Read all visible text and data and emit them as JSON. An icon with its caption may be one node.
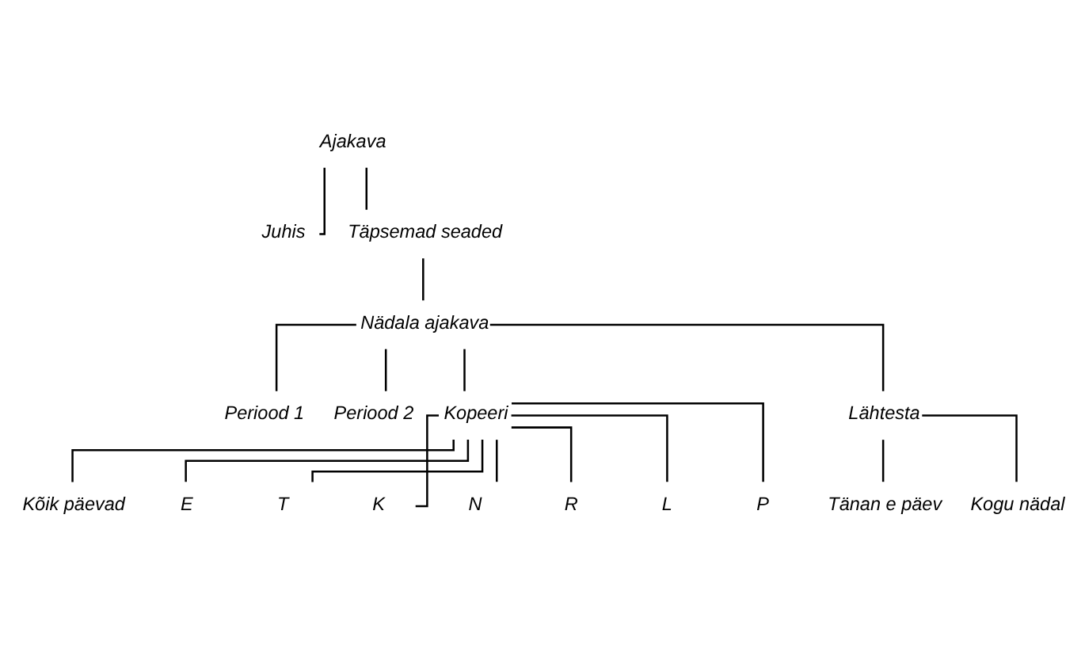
{
  "diagram": {
    "nodes": [
      {
        "text": [
          "Ajakava"
        ]
      },
      {
        "text": [
          "Juhis"
        ]
      },
      {
        "text": [
          "Täpsemad seaded"
        ]
      },
      {
        "text": [
          "Nädala ajakava"
        ]
      },
      {
        "text": [
          "Periood 1"
        ]
      },
      {
        "text": [
          "Periood 2"
        ]
      },
      {
        "text": [
          "Kopeeri"
        ]
      },
      {
        "text": [
          "Lähtesta"
        ]
      },
      {
        "text": [
          "Kõik päevad"
        ]
      },
      {
        "text": [
          "E"
        ]
      },
      {
        "text": [
          "T"
        ]
      },
      {
        "text": [
          "K"
        ]
      },
      {
        "text": [
          "N"
        ]
      },
      {
        "text": [
          "R"
        ]
      },
      {
        "text": [
          "L"
        ]
      },
      {
        "text": [
          "P"
        ]
      },
      {
        "text": [
          "Tänan e päev"
        ]
      },
      {
        "text": [
          "Kogu nädal"
        ]
      }
    ],
    "edges": [
      {
        "from": 0,
        "to": 1,
        "arrow": "none"
      },
      {
        "from": 0,
        "to": 2,
        "arrow": "none"
      },
      {
        "from": 2,
        "to": 3,
        "arrow": "none"
      },
      {
        "from": 3,
        "to": 4,
        "arrow": "none"
      },
      {
        "from": 3,
        "to": 5,
        "arrow": "none"
      },
      {
        "from": 3,
        "to": 6,
        "arrow": "none"
      },
      {
        "from": 3,
        "to": 7,
        "arrow": "none"
      },
      {
        "from": 6,
        "to": 8,
        "arrow": "none"
      },
      {
        "from": 6,
        "to": 9,
        "arrow": "none"
      },
      {
        "from": 6,
        "to": 10,
        "arrow": "none"
      },
      {
        "from": 6,
        "to": 11,
        "arrow": "none"
      },
      {
        "from": 6,
        "to": 12,
        "arrow": "none"
      },
      {
        "from": 6,
        "to": 13,
        "arrow": "none"
      },
      {
        "from": 6,
        "to": 14,
        "arrow": "none"
      },
      {
        "from": 6,
        "to": 15,
        "arrow": "none"
      },
      {
        "from": 7,
        "to": 16,
        "arrow": "none"
      },
      {
        "from": 7,
        "to": 17,
        "arrow": "none"
      }
    ]
  }
}
